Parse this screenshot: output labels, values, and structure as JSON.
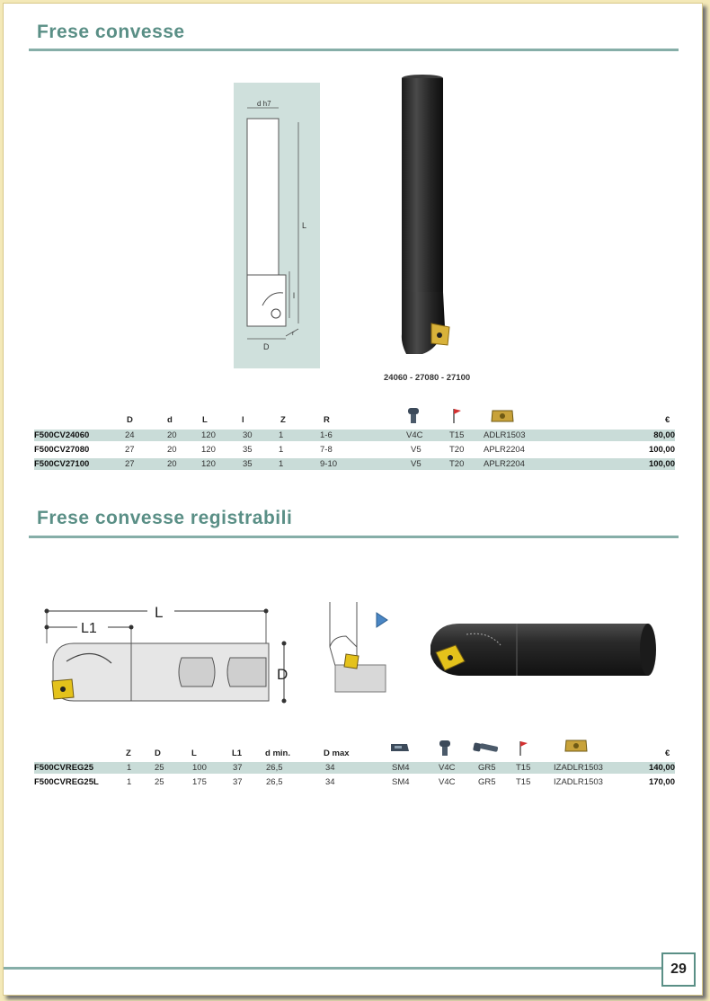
{
  "section1": {
    "title": "Frese convesse",
    "drawing_labels": {
      "dh7": "d h7",
      "L": "L",
      "l": "l",
      "D": "D",
      "r": "r"
    },
    "caption": "24060 - 27080 - 27100",
    "headers": [
      "D",
      "d",
      "L",
      "l",
      "Z",
      "R"
    ],
    "icons": [
      "screw-icon",
      "torx-key-icon",
      "insert-icon"
    ],
    "currency": "€",
    "rows": [
      {
        "code": "F500CV24060",
        "D": "24",
        "d": "20",
        "L": "120",
        "l": "30",
        "Z": "1",
        "R": "1-6",
        "screw": "V4C",
        "key": "T15",
        "insert": "ADLR1503",
        "price": "80,00"
      },
      {
        "code": "F500CV27080",
        "D": "27",
        "d": "20",
        "L": "120",
        "l": "35",
        "Z": "1",
        "R": "7-8",
        "screw": "V5",
        "key": "T20",
        "insert": "APLR2204",
        "price": "100,00"
      },
      {
        "code": "F500CV27100",
        "D": "27",
        "d": "20",
        "L": "120",
        "l": "35",
        "Z": "1",
        "R": "9-10",
        "screw": "V5",
        "key": "T20",
        "insert": "APLR2204",
        "price": "100,00"
      }
    ]
  },
  "section2": {
    "title": "Frese convesse registrabili",
    "drawing_labels": {
      "L": "L",
      "L1": "L1",
      "D": "D"
    },
    "headers": [
      "Z",
      "D",
      "L",
      "L1",
      "d min.",
      "D max"
    ],
    "icons": [
      "wedge-icon",
      "screw-icon",
      "adjust-screw-icon",
      "torx-key-icon",
      "insert-icon"
    ],
    "currency": "€",
    "rows": [
      {
        "code": "F500CVREG25",
        "Z": "1",
        "D": "25",
        "L": "100",
        "L1": "37",
        "dmin": "26,5",
        "Dmax": "34",
        "wedge": "SM4",
        "screw": "V4C",
        "adj": "GR5",
        "key": "T15",
        "insert": "IZADLR1503",
        "price": "140,00"
      },
      {
        "code": "F500CVREG25L",
        "Z": "1",
        "D": "25",
        "L": "175",
        "L1": "37",
        "dmin": "26,5",
        "Dmax": "34",
        "wedge": "SM4",
        "screw": "V4C",
        "adj": "GR5",
        "key": "T15",
        "insert": "IZADLR1503",
        "price": "170,00"
      }
    ]
  },
  "footer": {
    "page_number": "29"
  },
  "colors": {
    "accent": "#5a8f86",
    "band": "#c9dcd8",
    "insert": "#d8b23a"
  }
}
